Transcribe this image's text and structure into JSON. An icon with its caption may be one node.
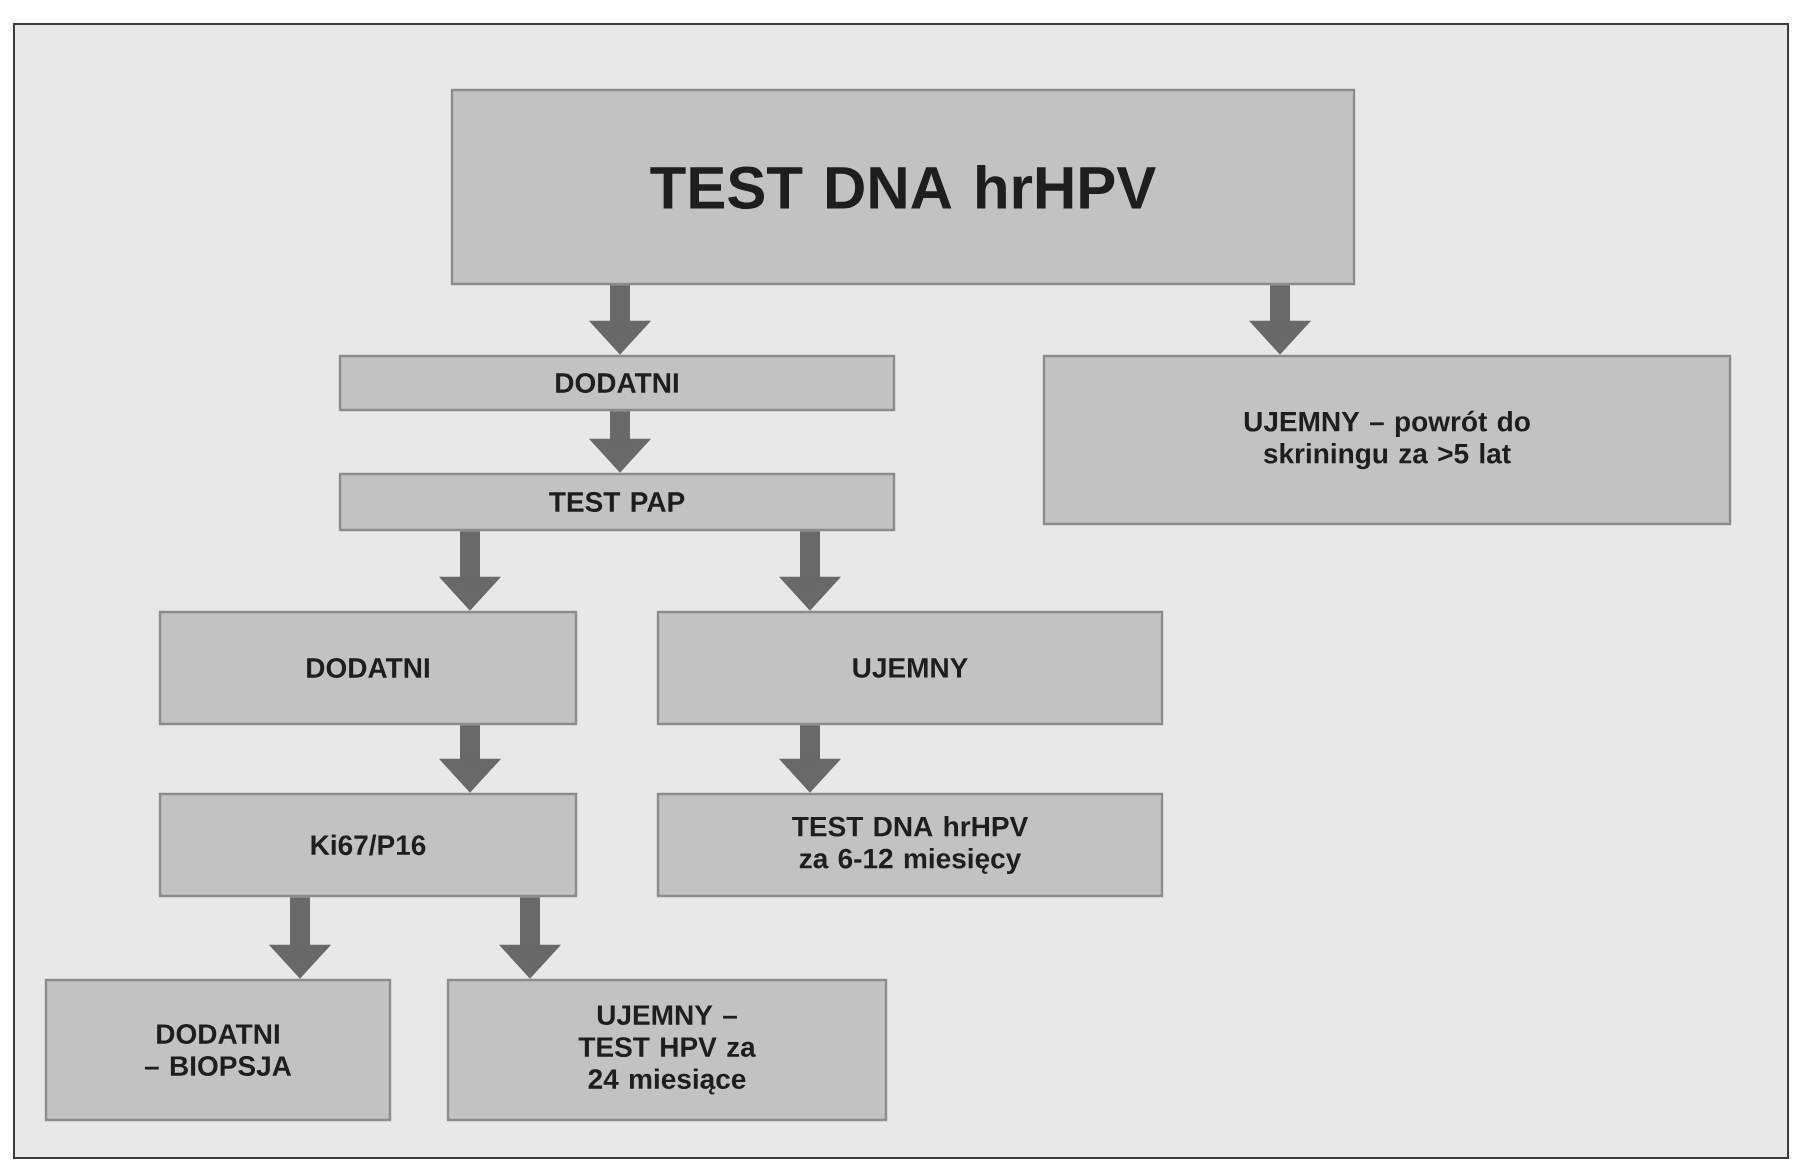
{
  "diagram": {
    "nodes": [
      {
        "text": [
          "TEST DNA hrHPV"
        ]
      },
      {
        "text": [
          "DODATNI"
        ]
      },
      {
        "text": [
          "UJEMNY – powrót do skriningu za >5 lat"
        ]
      },
      {
        "text": [
          "TEST PAP"
        ]
      },
      {
        "text": [
          "DODATNI"
        ]
      },
      {
        "text": [
          "UJEMNY"
        ]
      },
      {
        "text": [
          "Ki67/P16"
        ]
      },
      {
        "text": [
          "TEST DNA hrHPV za 6-12 miesięcy"
        ]
      },
      {
        "text": [
          "DODATNI – BIOPSJA"
        ]
      },
      {
        "text": [
          "UJEMNY – TEST HPV za 24 miesiące"
        ]
      }
    ],
    "edges": [
      {
        "from": 0,
        "to": 1,
        "arrow": "to"
      },
      {
        "from": 0,
        "to": 2,
        "arrow": "to"
      },
      {
        "from": 1,
        "to": 3,
        "arrow": "to"
      },
      {
        "from": 3,
        "to": 4,
        "arrow": "to"
      },
      {
        "from": 3,
        "to": 5,
        "arrow": "to"
      },
      {
        "from": 4,
        "to": 6,
        "arrow": "to"
      },
      {
        "from": 5,
        "to": 7,
        "arrow": "to"
      },
      {
        "from": 6,
        "to": 8,
        "arrow": "to"
      },
      {
        "from": 6,
        "to": 9,
        "arrow": "to"
      }
    ]
  }
}
